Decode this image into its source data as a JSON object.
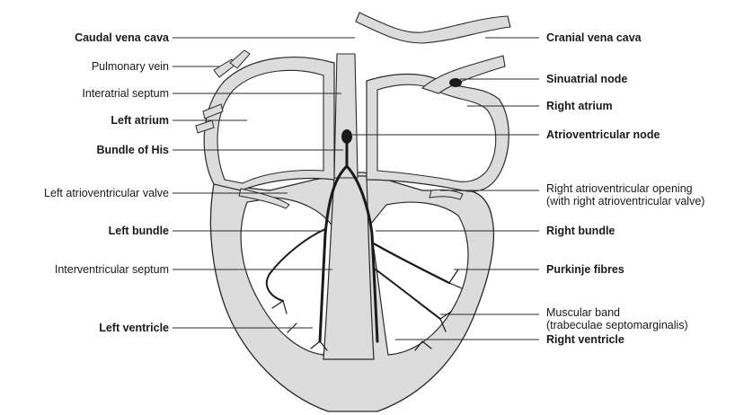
{
  "left_labels": [
    {
      "text": "Caudal vena cava",
      "bold": true
    },
    {
      "text": "Pulmonary vein",
      "bold": false
    },
    {
      "text": "Interatrial septum",
      "bold": false
    },
    {
      "text": "Left atrium",
      "bold": true
    },
    {
      "text": "Bundle of His",
      "bold": true
    },
    {
      "text": "Left atrioventricular valve",
      "bold": false
    },
    {
      "text": "Left bundle",
      "bold": true
    },
    {
      "text": "Interventricular septum",
      "bold": false
    },
    {
      "text": "Left ventricle",
      "bold": true
    }
  ],
  "right_labels": [
    {
      "text": "Cranial vena cava",
      "bold": true
    },
    {
      "text": "Sinuatrial node",
      "bold": true
    },
    {
      "text": "Right atrium",
      "bold": true
    },
    {
      "text": "Atrioventricular node",
      "bold": true
    },
    {
      "text": "Right atrioventricular opening",
      "bold": false
    },
    {
      "text": "(with right atrioventricular valve)",
      "bold": false
    },
    {
      "text": "Right bundle",
      "bold": true
    },
    {
      "text": "Purkinje fibres",
      "bold": true
    },
    {
      "text": "Muscular band",
      "bold": false
    },
    {
      "text": "(trabeculae septomarginalis)",
      "bold": false
    },
    {
      "text": "Right ventricle",
      "bold": true
    }
  ],
  "colors": {
    "tissue": "#dcdcdc",
    "outline": "#2a2a2a",
    "conduction": "#1a1a1a"
  }
}
